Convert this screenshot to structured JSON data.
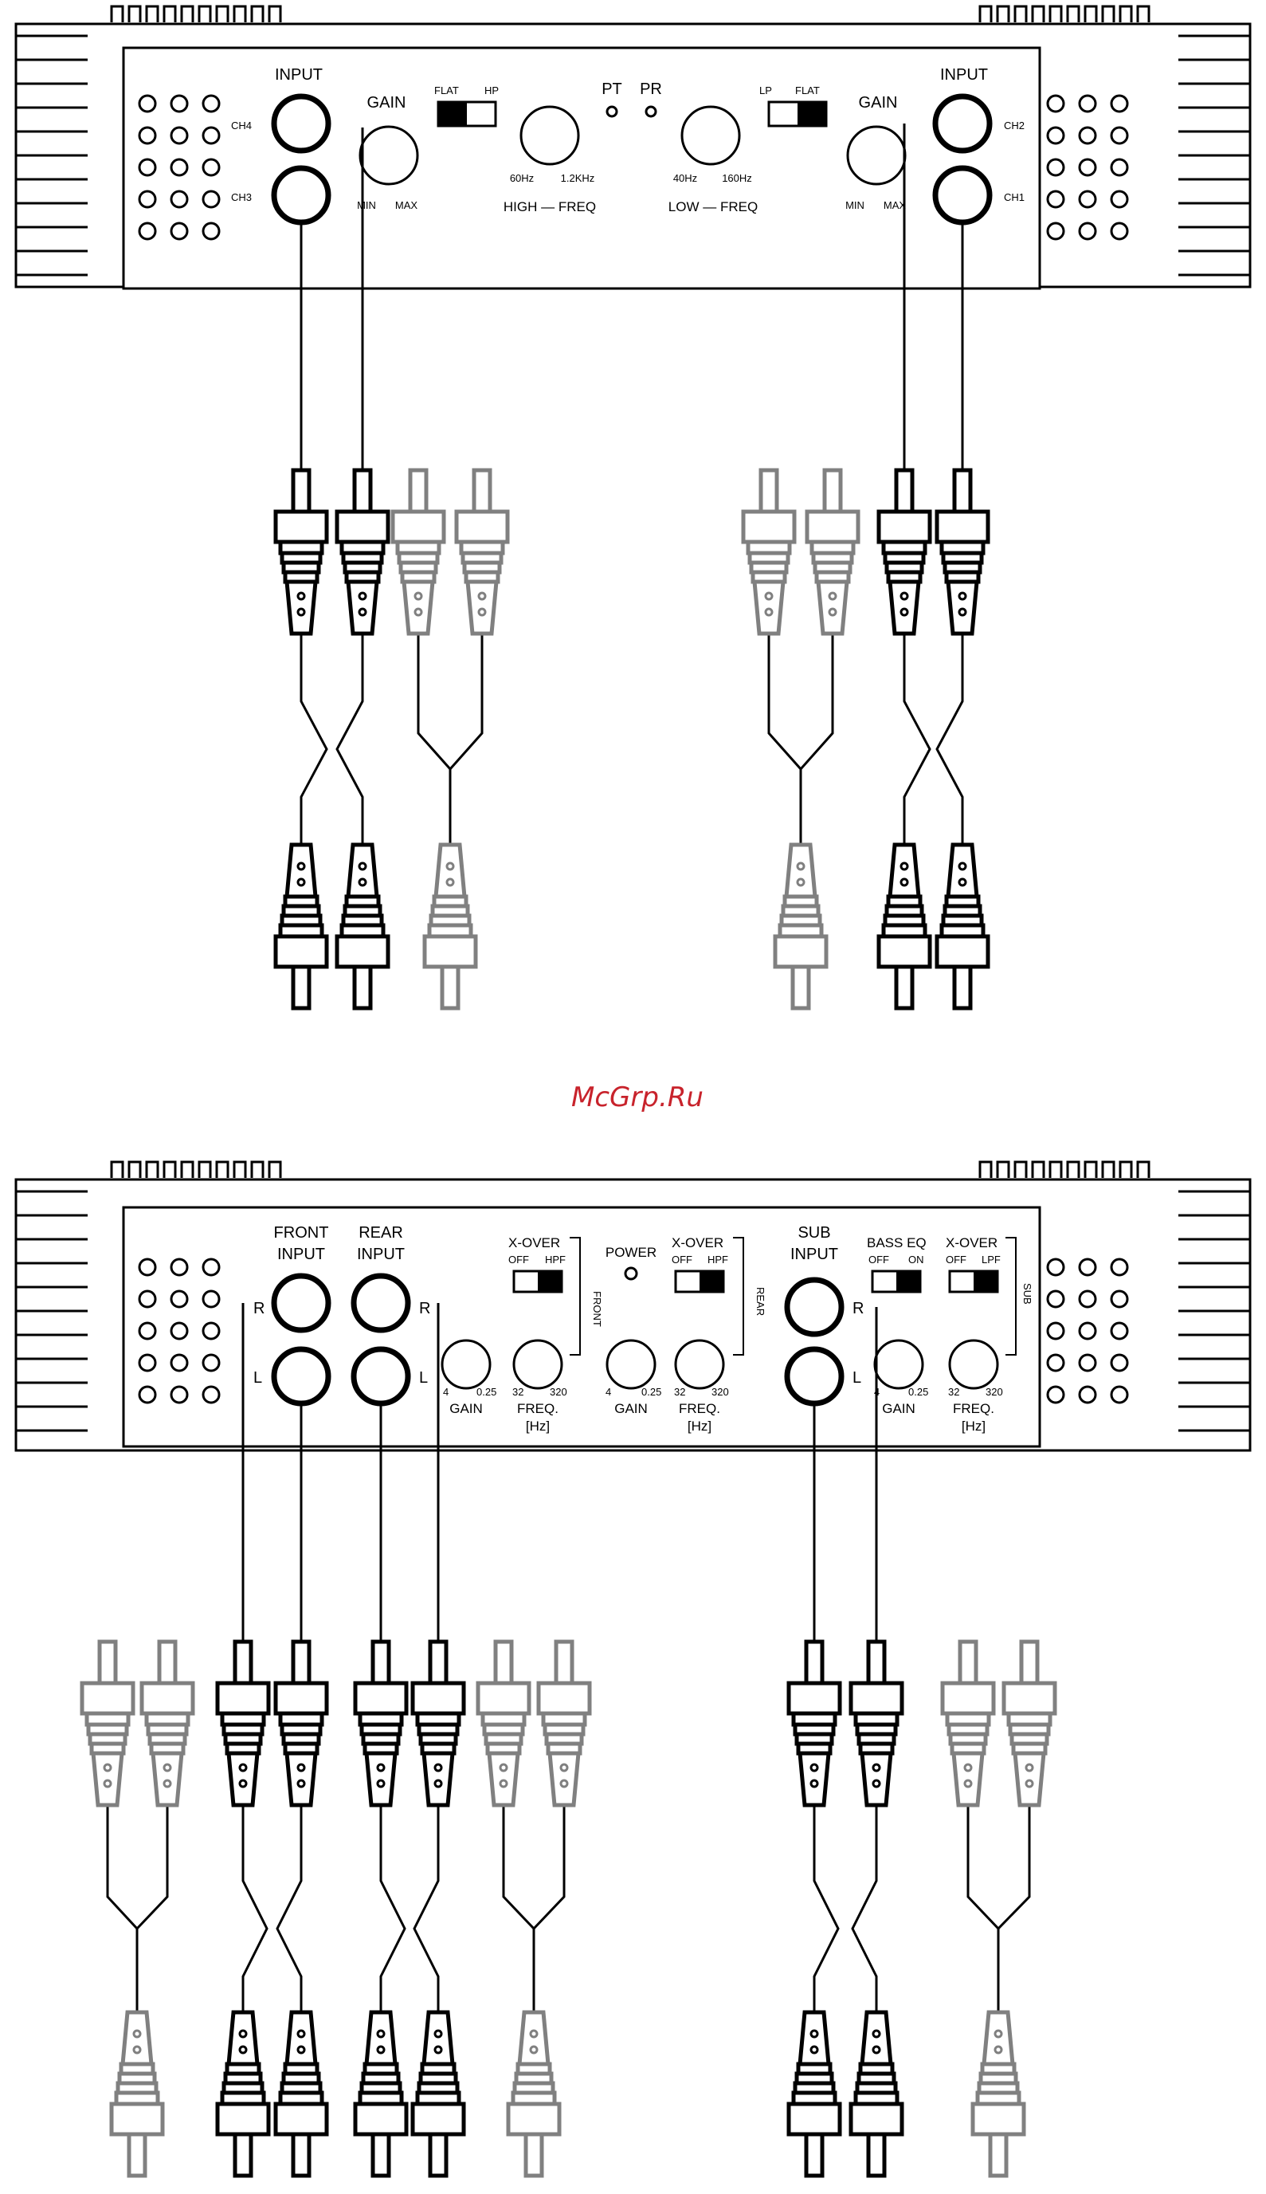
{
  "watermark": "McGrp.Ru",
  "amp4ch": {
    "input_left": "INPUT",
    "input_right": "INPUT",
    "ch4": "CH4",
    "ch3": "CH3",
    "ch2": "CH2",
    "ch1": "CH1",
    "gain_left": "GAIN",
    "gain_right": "GAIN",
    "min_l": "MIN",
    "max_l": "MAX",
    "min_r": "MIN",
    "max_r": "MAX",
    "flat_l": "FLAT",
    "hp": "HP",
    "lp": "LP",
    "flat_r": "FLAT",
    "pt": "PT",
    "pr": "PR",
    "hf_min": "60Hz",
    "hf_max": "1.2KHz",
    "high_freq": "HIGH — FREQ",
    "lf_min": "40Hz",
    "lf_max": "160Hz",
    "low_freq": "LOW — FREQ"
  },
  "amp6ch": {
    "front_input_1": "FRONT",
    "front_input_2": "INPUT",
    "rear_input_1": "REAR",
    "rear_input_2": "INPUT",
    "sub_input_1": "SUB",
    "sub_input_2": "INPUT",
    "r1": "R",
    "l1": "L",
    "r2": "R",
    "l2": "L",
    "r3": "R",
    "l3": "L",
    "power": "POWER",
    "xover_front": "X-OVER",
    "xover_rear": "X-OVER",
    "xover_sub": "X-OVER",
    "off_front": "OFF",
    "hpf_front": "HPF",
    "off_rear": "OFF",
    "hpf_rear": "HPF",
    "off_sub": "OFF",
    "lpf_sub": "LPF",
    "front": "FRONT",
    "rear": "REAR",
    "sub": "SUB",
    "bass_eq": "BASS EQ",
    "beq_off": "OFF",
    "beq_on": "ON",
    "gain_front": "GAIN",
    "gain_rear": "GAIN",
    "gain_sub": "GAIN",
    "g_min_f": "4",
    "g_max_f": "0.25",
    "g_min_r": "4",
    "g_max_r": "0.25",
    "g_min_s": "4",
    "g_max_s": "0.25",
    "freq_front": "FREQ.",
    "freq_rear": "FREQ.",
    "freq_sub": "FREQ.",
    "hz_front": "[Hz]",
    "hz_rear": "[Hz]",
    "hz_sub": "[Hz]",
    "f_min_f": "32",
    "f_max_f": "320",
    "f_min_r": "32",
    "f_max_r": "320",
    "f_min_s": "32",
    "f_max_s": "320"
  },
  "colors": {
    "line": "#000000",
    "grey": "#808080",
    "watermark": "#c8232c"
  }
}
